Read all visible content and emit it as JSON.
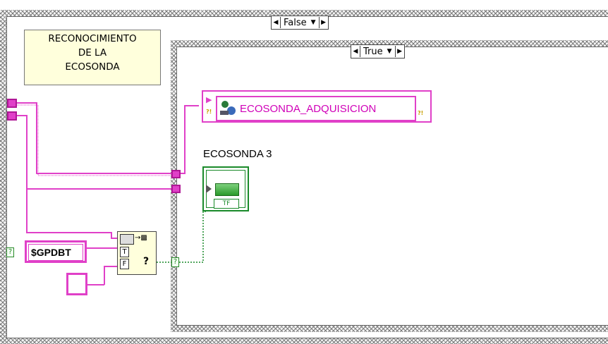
{
  "outer_case": {
    "selector_value": "False",
    "prev_icon": "left-arrow",
    "next_icon": "right-arrow",
    "dropdown_icon": "down-triangle"
  },
  "inner_case": {
    "selector_value": "True",
    "prev_icon": "left-arrow",
    "next_icon": "right-arrow",
    "dropdown_icon": "down-triangle"
  },
  "comment": {
    "lines": [
      "RECONOCIMIENTO",
      "DE LA",
      "ECOSONDA"
    ]
  },
  "subvi_ref": {
    "label": "ECOSONDA_ADQUISICION",
    "icon": "network-subvi-icon"
  },
  "indicator": {
    "label": "ECOSONDA 3",
    "type_label": "TF",
    "icon": "boolean-led-icon"
  },
  "string_constant": {
    "value": "$GPDBT"
  },
  "empty_string_constant": {
    "value": ""
  },
  "select_node": {
    "true_terminal": "T",
    "false_terminal": "F",
    "selector_symbol": "?"
  },
  "tunnel_unknown_symbol": "?",
  "colors": {
    "string_wire": "#e040c8",
    "boolean_wire": "#1a8a2a",
    "note_bg": "#ffffdc"
  }
}
